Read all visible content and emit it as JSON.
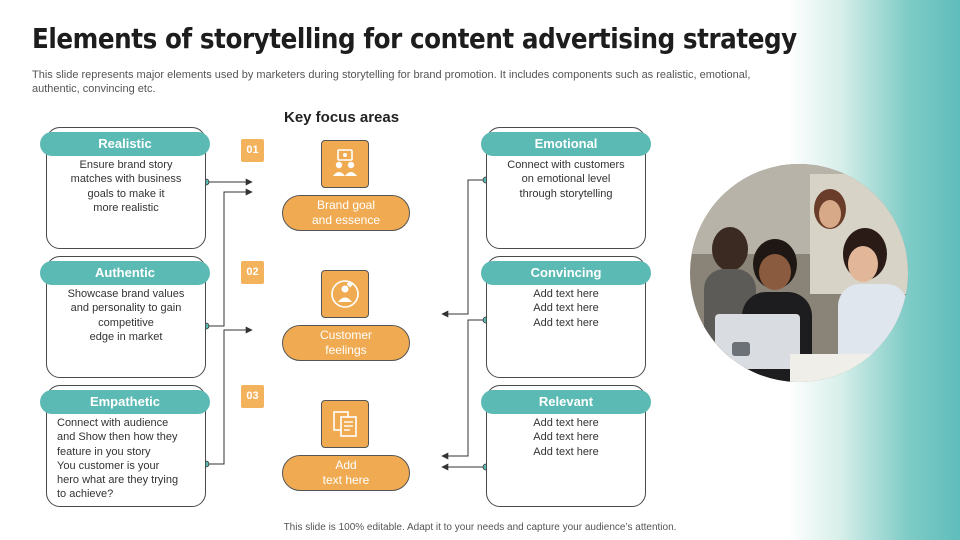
{
  "title": "Elements of storytelling for content advertising strategy",
  "subtitle": "This slide represents major elements used by marketers during storytelling for brand promotion. It includes components such as realistic, emotional, authentic, convincing etc.",
  "focus_title": "Key focus areas",
  "left_cards": [
    {
      "label": "Realistic",
      "text": "Ensure brand story\nmatches with business\ngoals to make it\nmore realistic"
    },
    {
      "label": "Authentic",
      "text": "Showcase brand values\nand personality to gain\ncompetitive\nedge in market"
    },
    {
      "label": "Empathetic",
      "text": "Connect with audience\nand Show then how they\nfeature in you story\nYou customer is your\nhero what are they trying\nto achieve?"
    }
  ],
  "right_cards": [
    {
      "label": "Emotional",
      "text": "Connect with customers\non emotional level\nthrough storytelling"
    },
    {
      "label": "Convincing",
      "text": "Add text here\nAdd text here\nAdd text here"
    },
    {
      "label": "Relevant",
      "text": "Add text here\nAdd text here\nAdd text here"
    }
  ],
  "center": [
    {
      "number": "01",
      "icon": "brand-team-icon",
      "label": "Brand goal\nand essence"
    },
    {
      "number": "02",
      "icon": "customer-heart-icon",
      "label": "Customer\nfeelings"
    },
    {
      "number": "03",
      "icon": "documents-icon",
      "label": "Add\ntext here"
    }
  ],
  "colors": {
    "teal": "#5cbab5",
    "orange": "#f0ab52",
    "badge": "#f3b25c"
  },
  "footer": "This slide is 100% editable. Adapt it to your needs and capture your audience’s attention."
}
